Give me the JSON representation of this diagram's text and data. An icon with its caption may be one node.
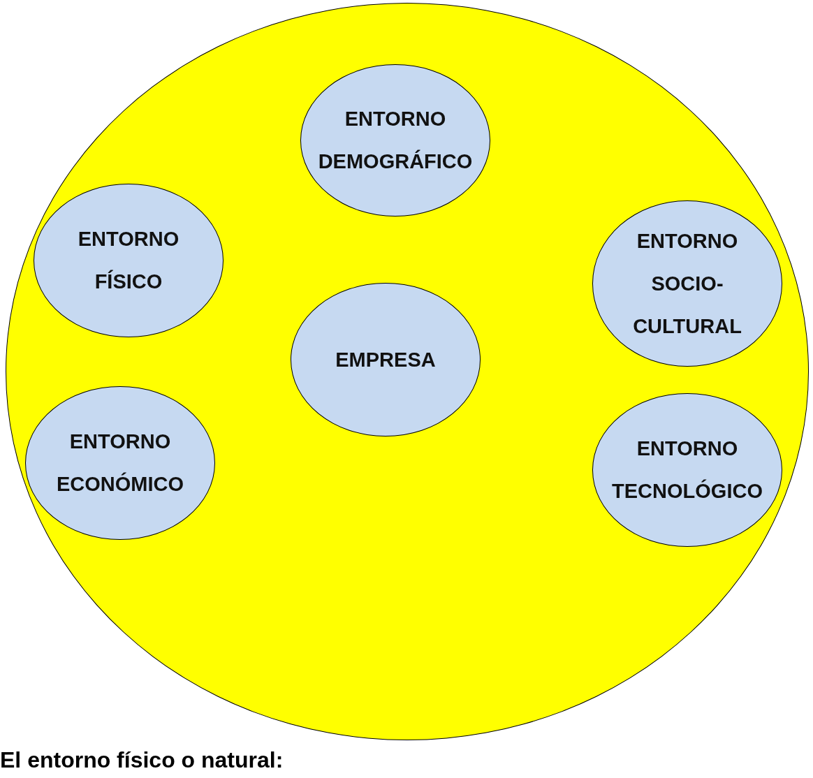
{
  "diagram": {
    "nodes": [
      {
        "text": [],
        "shape": "circle"
      },
      {
        "text": [
          "ENTORNO DEMOGRÁFICO"
        ],
        "in": 0
      },
      {
        "text": [
          "ENTORNO FÍSICO"
        ],
        "in": 0
      },
      {
        "text": [
          "ENTORNO SOCIO- CULTURAL"
        ],
        "in": 0
      },
      {
        "text": [
          "EMPRESA"
        ],
        "in": 0
      },
      {
        "text": [
          "ENTORNO ECONÓMICO"
        ],
        "in": 0
      },
      {
        "text": [
          "ENTORNO TECNOLÓGICO"
        ],
        "in": 0
      }
    ],
    "edges": [],
    "labels": [
      "El entorno físico o natural:"
    ]
  }
}
